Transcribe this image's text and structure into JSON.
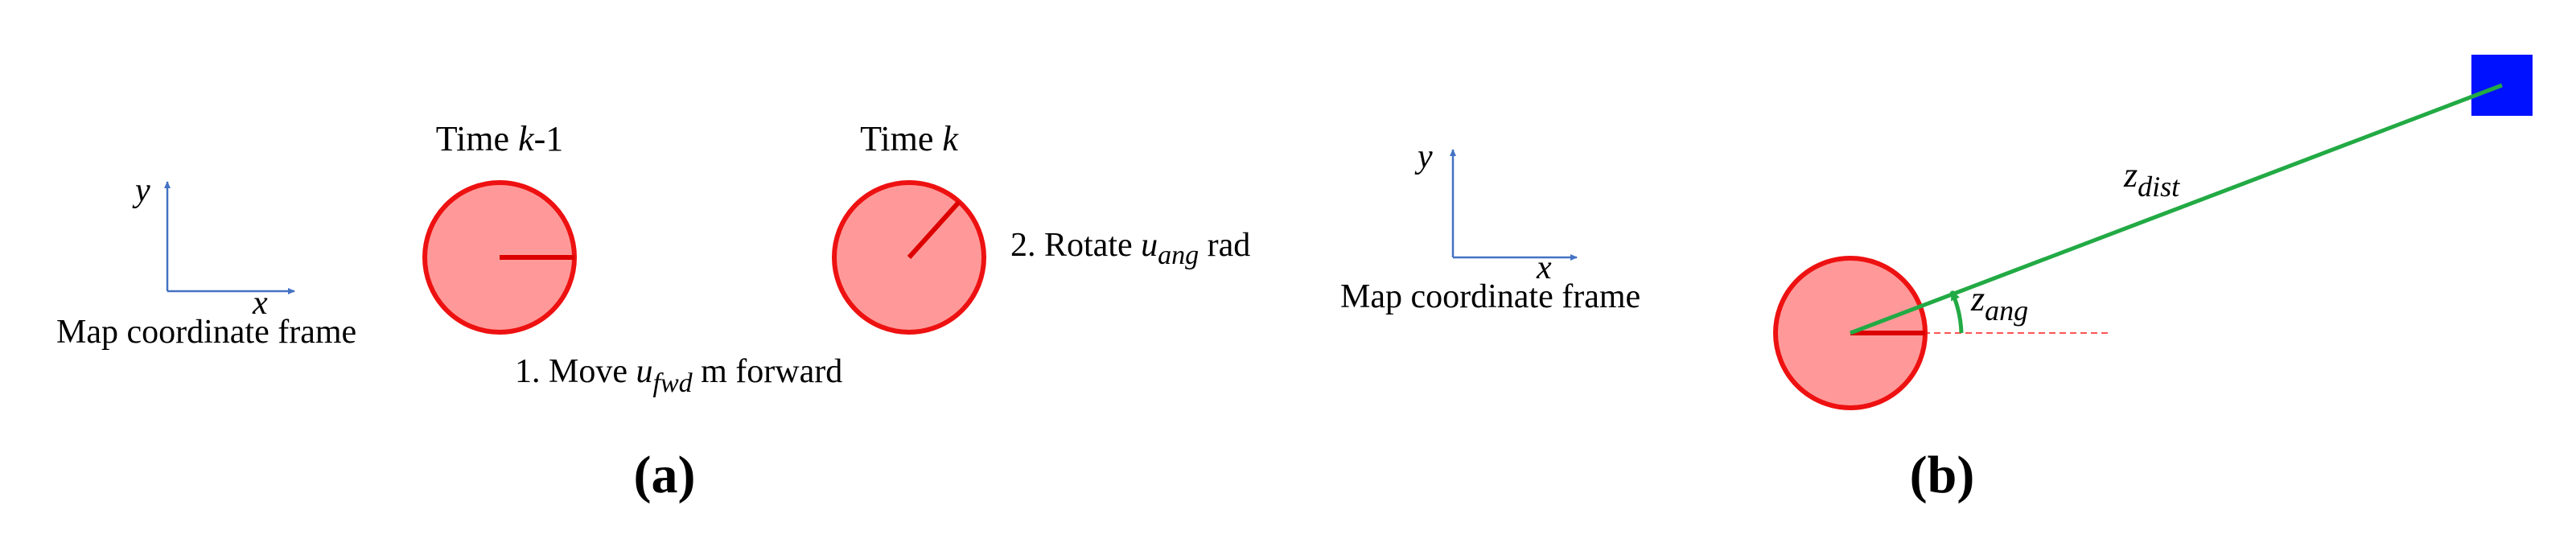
{
  "colors": {
    "axis": "#4472c4",
    "robot_fill": "#ff9999",
    "robot_stroke": "#ee1111",
    "heading": "#dd0000",
    "beam": "#22aa44",
    "landmark": "#0011ff",
    "ref_line": "#ff5555",
    "text": "#000000"
  },
  "panel_a": {
    "frame": {
      "y_label": "y",
      "x_label": "x",
      "caption": "Map coordinate frame"
    },
    "robot_prev": {
      "label_prefix": "Time ",
      "label_var": "k",
      "label_suffix": "-1"
    },
    "robot_curr": {
      "label_prefix": "Time ",
      "label_var": "k",
      "heading_deg": 48
    },
    "move_step": {
      "prefix": "1. Move ",
      "var": "u",
      "sub": "fwd",
      "suffix": " m forward"
    },
    "rotate_step": {
      "prefix": "2. Rotate ",
      "var": "u",
      "sub": "ang",
      "suffix": " rad"
    },
    "panel_label": "(a)"
  },
  "panel_b": {
    "frame": {
      "y_label": "y",
      "x_label": "x",
      "caption": "Map coordinate frame"
    },
    "distance": {
      "var": "z",
      "sub": "dist"
    },
    "angle": {
      "var": "z",
      "sub": "ang"
    },
    "panel_label": "(b)"
  }
}
